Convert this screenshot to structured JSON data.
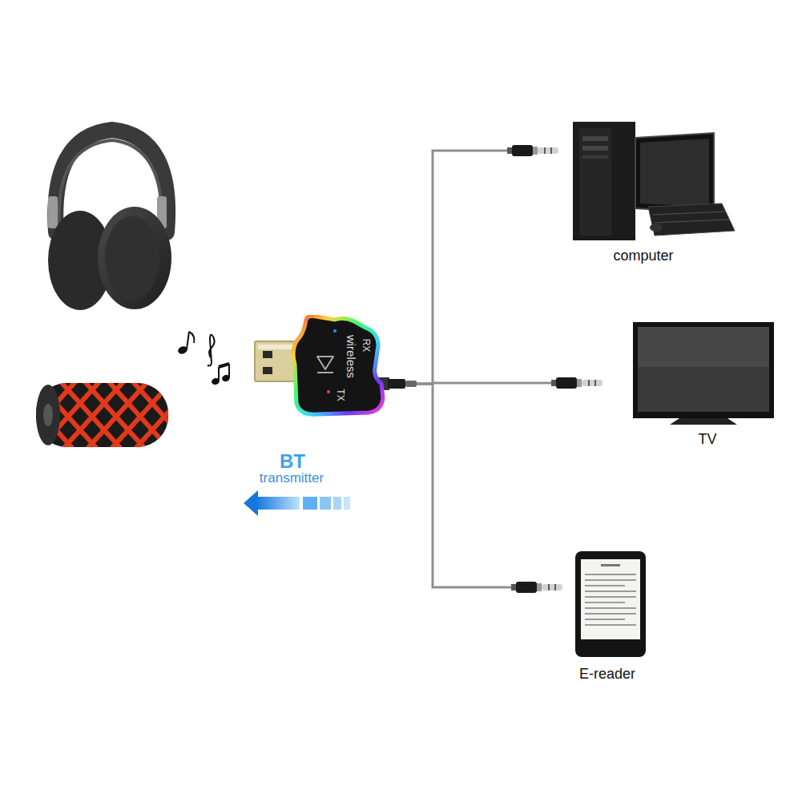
{
  "diagram": {
    "nodes": [
      {
        "text": [
          "wireless",
          "RX",
          "TX"
        ]
      },
      {
        "text": [
          "computer"
        ]
      },
      {
        "text": [
          "TV"
        ]
      },
      {
        "text": [
          "E-reader"
        ]
      }
    ],
    "edges": [
      {
        "from": 0,
        "to": 1,
        "arrow": "none"
      },
      {
        "from": 0,
        "to": 2,
        "arrow": "none"
      },
      {
        "from": 0,
        "to": 3,
        "arrow": "none"
      }
    ],
    "labels": [
      "BT",
      "transmitter"
    ]
  }
}
